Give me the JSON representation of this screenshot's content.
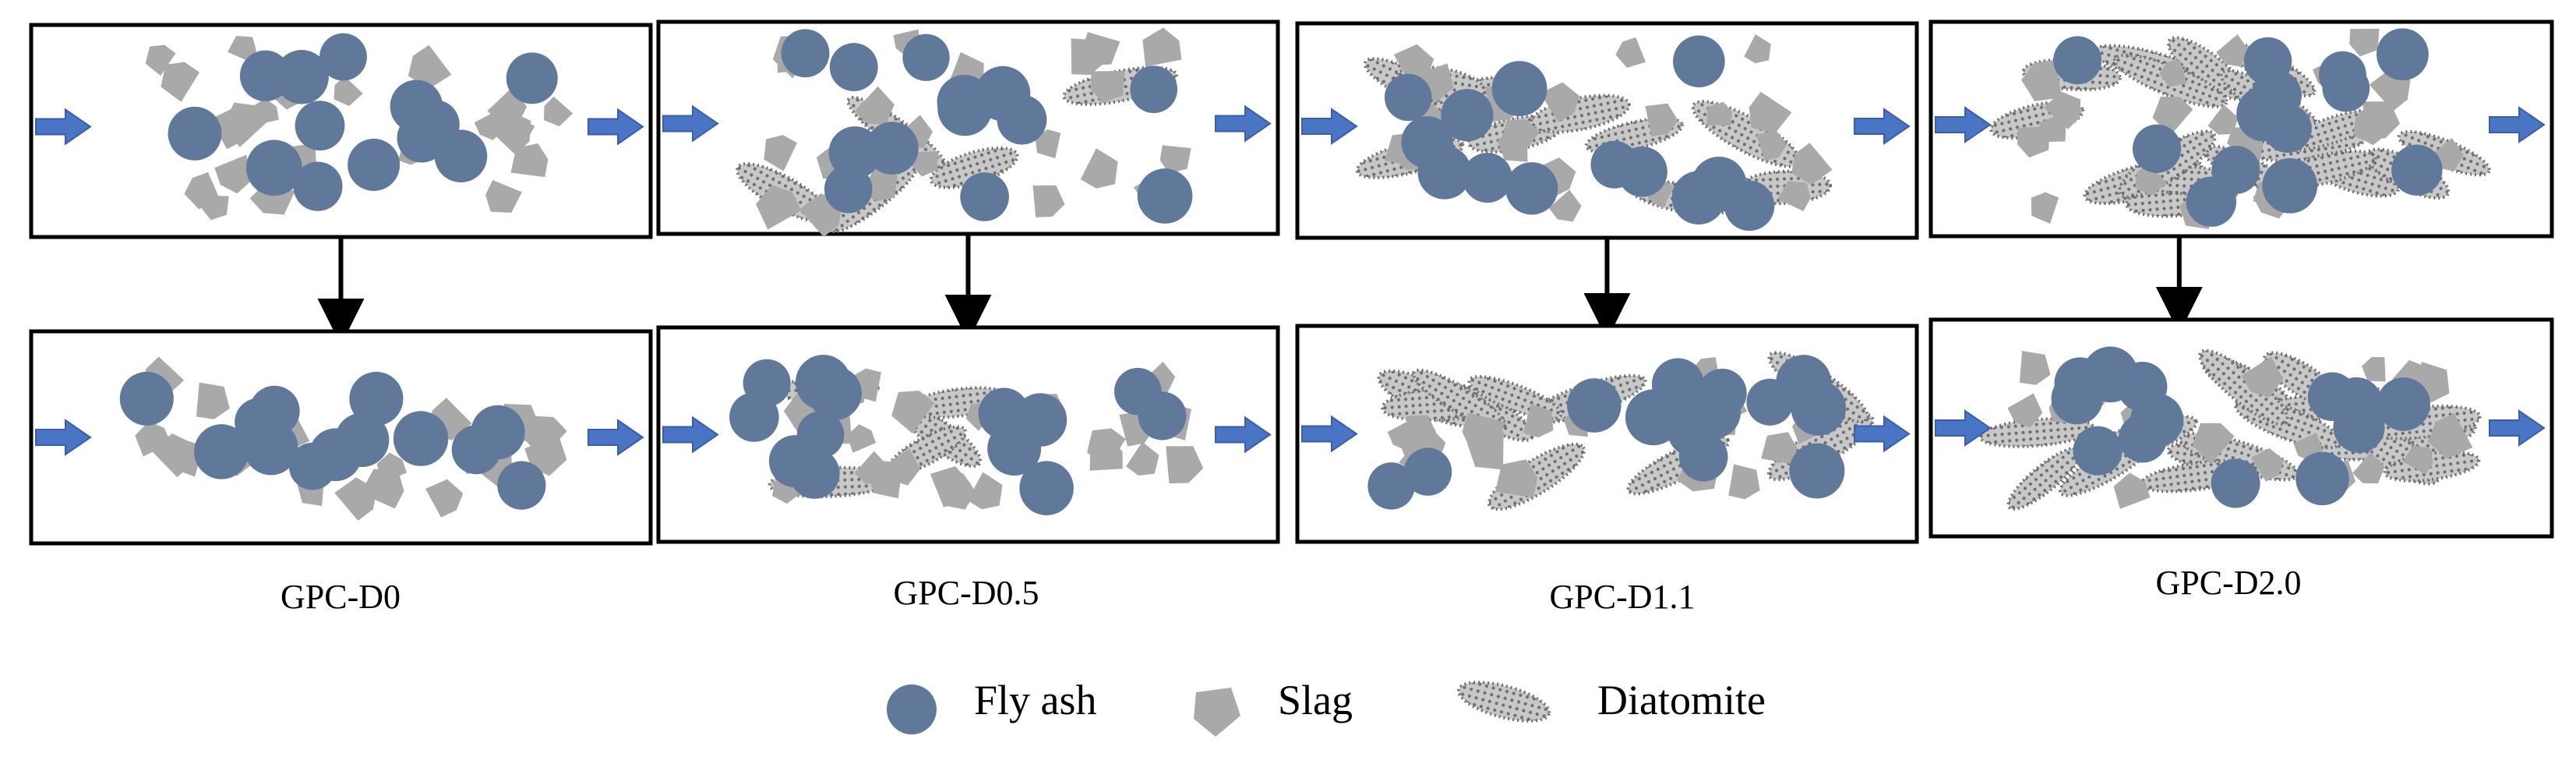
{
  "figure": {
    "panels": [
      {
        "label": "GPC-D0",
        "diatomite_level": 0
      },
      {
        "label": "GPC-D0.5",
        "diatomite_level": 0.5
      },
      {
        "label": "GPC-D1.1",
        "diatomite_level": 1.1
      },
      {
        "label": "GPC-D2.0",
        "diatomite_level": 2.0
      }
    ],
    "legend": {
      "fly_ash": "Fly ash",
      "slag": "Slag",
      "diatomite": "Diatomite"
    },
    "colors": {
      "fly_ash": "#60789a",
      "slag": "#a9a9a9",
      "diatomite_fill": "#c8c8c8",
      "diatomite_dots": "#6e6e6e",
      "flow_arrow": "#4a74c4",
      "box_border": "#000000",
      "connector": "#000000"
    }
  }
}
